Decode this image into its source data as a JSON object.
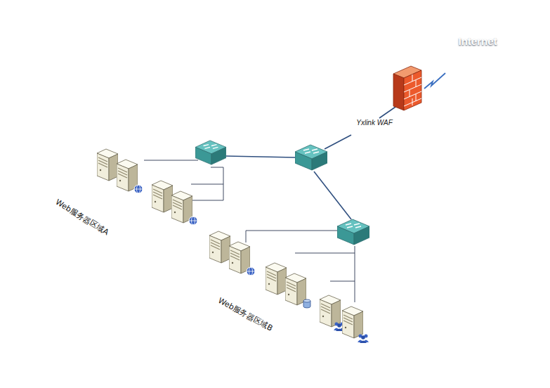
{
  "diagram": {
    "nodes": [
      {
        "text": [
          "Internet"
        ]
      },
      {
        "text": [
          "Yxlink WAF"
        ]
      },
      {
        "text": [
          "Web服务器区域A"
        ]
      },
      {
        "text": [
          "Web服务器区域B"
        ]
      }
    ]
  }
}
